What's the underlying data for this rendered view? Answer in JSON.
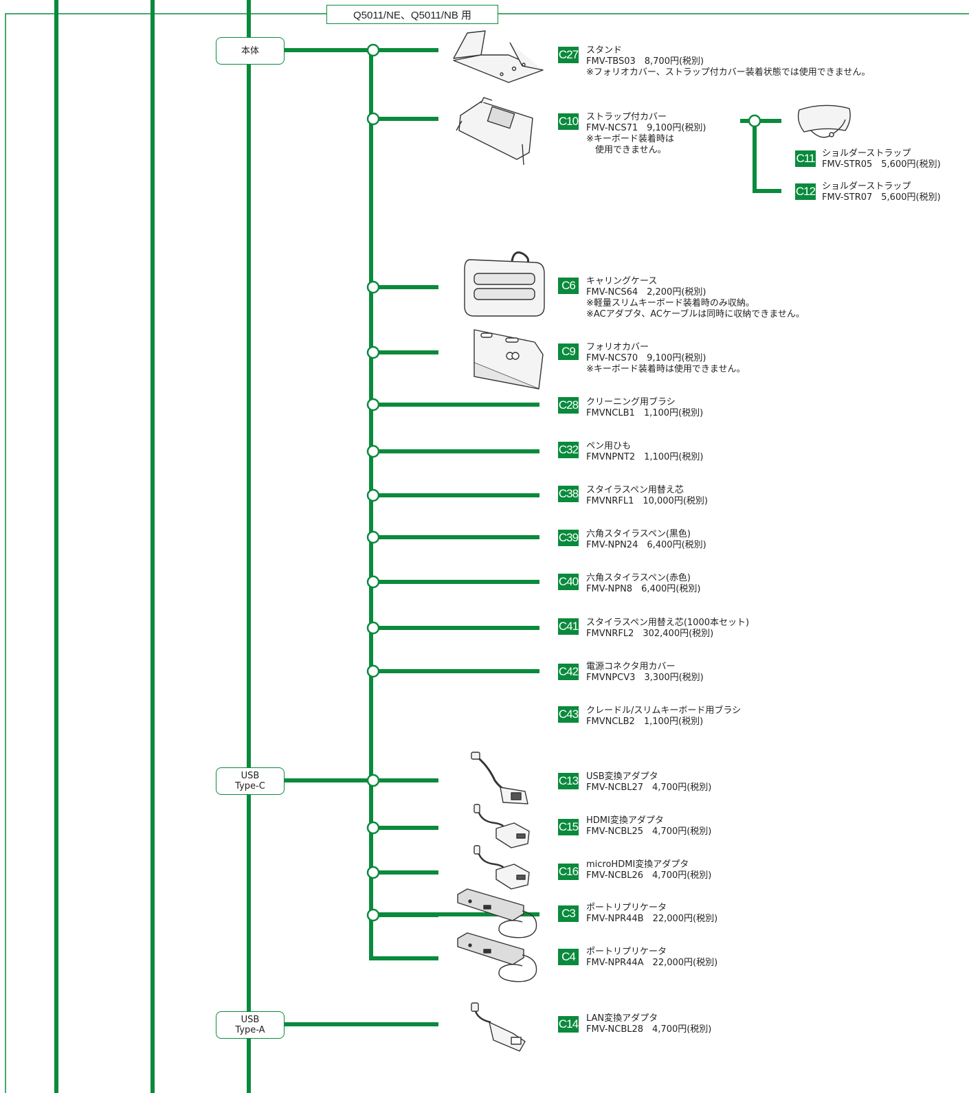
{
  "title": "Q5011/NE、Q5011/NB 用",
  "colors": {
    "line": "#0a8a3c",
    "badge": "#0a8a3c",
    "frame": "#0a8a3c"
  },
  "nodes": {
    "main": [
      "本体"
    ],
    "usb_c": [
      "USB",
      "Type-C"
    ],
    "usb_a": [
      "USB",
      "Type-A"
    ]
  },
  "accessories": [
    {
      "code": "C27",
      "lines": [
        "スタンド",
        "FMV-TBS03　8,700円(税別)",
        "※フォリオカバー、ストラップ付カバー装着状態では使用できません。"
      ],
      "icon": "stand-icon"
    },
    {
      "code": "C10",
      "lines": [
        "ストラップ付カバー",
        "FMV-NCS71　9,100円(税別)",
        "※キーボード装着時は",
        "　使用できません。"
      ],
      "icon": "strap-cover-icon"
    },
    {
      "code": "C11",
      "lines": [
        "ショルダーストラップ",
        "FMV-STR05　5,600円(税別)"
      ],
      "icon": "shoulder-strap-icon"
    },
    {
      "code": "C12",
      "lines": [
        "ショルダーストラップ",
        "FMV-STR07　5,600円(税別)"
      ]
    },
    {
      "code": "C6",
      "lines": [
        "キャリングケース",
        "FMV-NCS64　2,200円(税別)",
        "※軽量スリムキーボード装着時のみ収納。",
        "※ACアダプタ、ACケーブルは同時に収納できません。"
      ],
      "icon": "carrying-case-icon"
    },
    {
      "code": "C9",
      "lines": [
        "フォリオカバー",
        "FMV-NCS70　9,100円(税別)",
        "※キーボード装着時は使用できません。"
      ],
      "icon": "folio-cover-icon"
    },
    {
      "code": "C28",
      "lines": [
        "クリーニング用ブラシ",
        "FMVNCLB1　1,100円(税別)"
      ]
    },
    {
      "code": "C32",
      "lines": [
        "ペン用ひも",
        "FMVNPNT2　1,100円(税別)"
      ]
    },
    {
      "code": "C38",
      "lines": [
        "スタイラスペン用替え芯",
        "FMVNRFL1　10,000円(税別)"
      ]
    },
    {
      "code": "C39",
      "lines": [
        "六角スタイラスペン(黒色)",
        "FMV-NPN24　6,400円(税別)"
      ]
    },
    {
      "code": "C40",
      "lines": [
        "六角スタイラスペン(赤色)",
        "FMV-NPN8　6,400円(税別)"
      ]
    },
    {
      "code": "C41",
      "lines": [
        "スタイラスペン用替え芯(1000本セット)",
        "FMVNRFL2　302,400円(税別)"
      ]
    },
    {
      "code": "C42",
      "lines": [
        "電源コネクタ用カバー",
        "FMVNPCV3　3,300円(税別)"
      ]
    },
    {
      "code": "C43",
      "lines": [
        "クレードル/スリムキーボード用ブラシ",
        "FMVNCLB2　1,100円(税別)"
      ]
    },
    {
      "code": "C13",
      "lines": [
        "USB変換アダプタ",
        "FMV-NCBL27　4,700円(税別)"
      ],
      "icon": "usb-adapter-icon"
    },
    {
      "code": "C15",
      "lines": [
        "HDMI変換アダプタ",
        "FMV-NCBL25　4,700円(税別)"
      ],
      "icon": "hdmi-adapter-icon"
    },
    {
      "code": "C16",
      "lines": [
        "microHDMI変換アダプタ",
        "FMV-NCBL26　4,700円(税別)"
      ],
      "icon": "microhdmi-adapter-icon"
    },
    {
      "code": "C3",
      "lines": [
        "ポートリプリケータ",
        "FMV-NPR44B　22,000円(税別)"
      ],
      "icon": "port-replicator-icon"
    },
    {
      "code": "C4",
      "lines": [
        "ポートリプリケータ",
        "FMV-NPR44A　22,000円(税別)"
      ],
      "icon": "port-replicator-icon"
    },
    {
      "code": "C14",
      "lines": [
        "LAN変換アダプタ",
        "FMV-NCBL28　4,700円(税別)"
      ],
      "icon": "lan-adapter-icon"
    }
  ]
}
